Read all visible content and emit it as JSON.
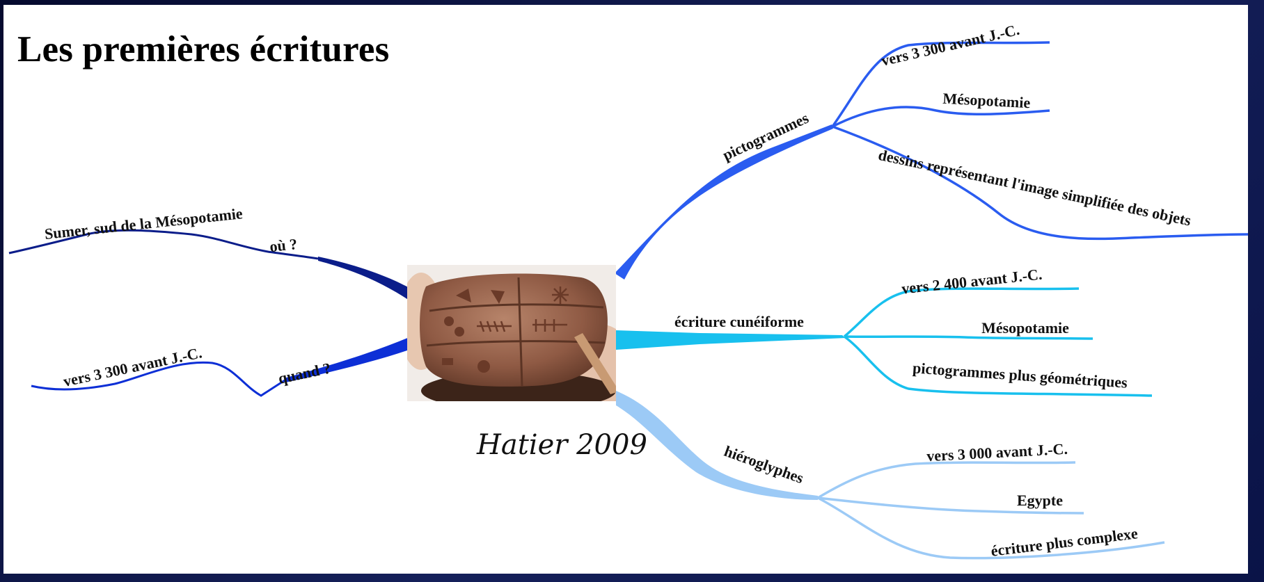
{
  "title": "Les premières écritures",
  "credit": "Hatier 2009",
  "center_image": {
    "icon": "cuneiform-clay-tablet-photo"
  },
  "left_branches": [
    {
      "label": "où ?",
      "color": "#0b1d8a",
      "children": [
        {
          "label": "Sumer, sud de la Mésopotamie"
        }
      ]
    },
    {
      "label": "quand ?",
      "color": "#0d2fd6",
      "children": [
        {
          "label": "vers 3 300 avant J.-C."
        }
      ]
    }
  ],
  "right_branches": [
    {
      "label": "pictogrammes",
      "color": "#2a5cf0",
      "children": [
        {
          "label": "vers 3 300 avant J.-C."
        },
        {
          "label": "Mésopotamie"
        },
        {
          "label": "dessins représentant l'image simplifiée des objets"
        }
      ]
    },
    {
      "label": "écriture cunéiforme",
      "color": "#18c0ee",
      "children": [
        {
          "label": "vers 2 400 avant J.-C."
        },
        {
          "label": "Mésopotamie"
        },
        {
          "label": "pictogrammes plus géométriques"
        }
      ]
    },
    {
      "label": "hiéroglyphes",
      "color": "#9ccaf6",
      "children": [
        {
          "label": "vers 3 000 avant J.-C."
        },
        {
          "label": "Egypte"
        },
        {
          "label": "écriture plus complexe"
        }
      ]
    }
  ]
}
